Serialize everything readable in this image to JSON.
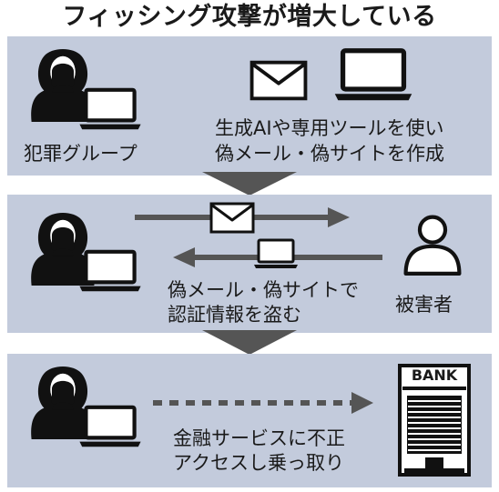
{
  "title": "フィッシング攻撃が増大している",
  "steps": [
    {
      "actor_label": "犯罪グループ",
      "description_lines": [
        "生成AIや専用ツールを使い",
        "偽メール・偽サイトを作成"
      ]
    },
    {
      "description_lines": [
        "偽メール・偽サイトで",
        "認証情報を盗む"
      ],
      "victim_label": "被害者"
    },
    {
      "description_lines": [
        "金融サービスに不正",
        "アクセスし乗っ取り"
      ],
      "bank_sign": "BANK"
    }
  ],
  "icons": {
    "criminal": "hooded-criminal-icon",
    "laptop": "laptop-icon",
    "mail": "envelope-icon",
    "victim": "person-icon",
    "bank": "bank-building-icon"
  },
  "colors": {
    "panel_background": "#c3cbdc",
    "arrow": "#555555",
    "figure": "#111111"
  }
}
